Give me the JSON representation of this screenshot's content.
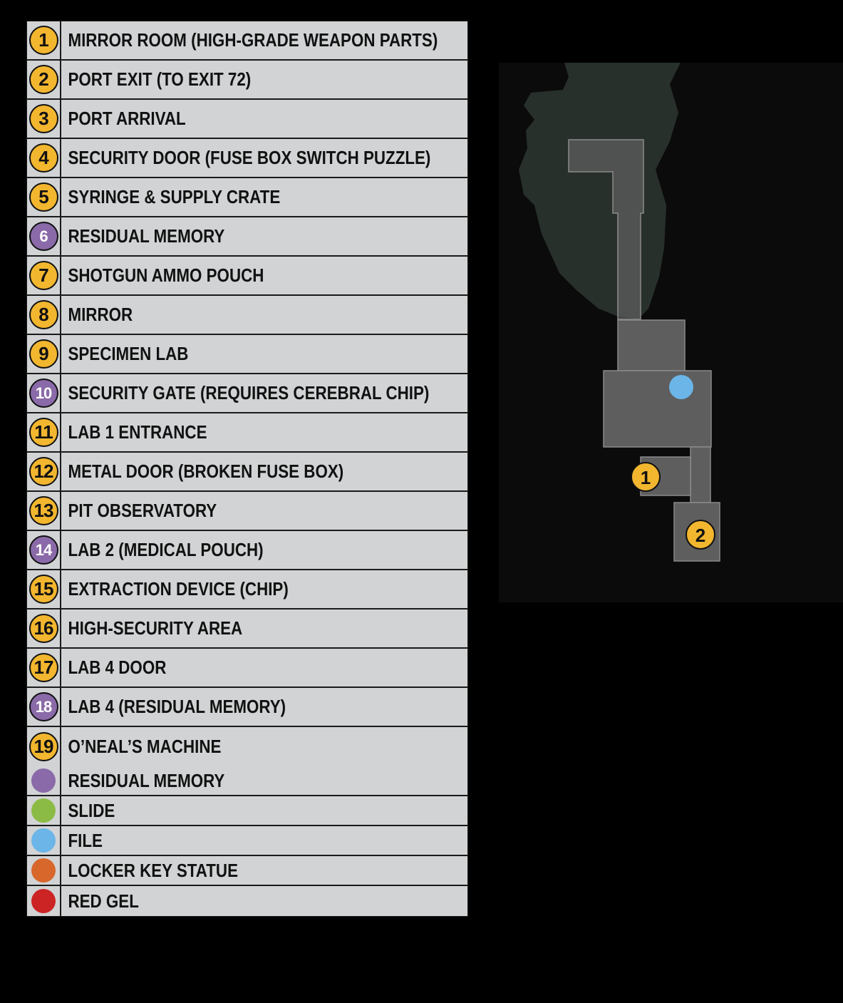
{
  "legend": {
    "numbered": [
      {
        "num": "1",
        "label": "MIRROR ROOM (HIGH-GRADE WEAPON PARTS)",
        "color": "yellow"
      },
      {
        "num": "2",
        "label": "PORT EXIT (TO EXIT 72)",
        "color": "yellow"
      },
      {
        "num": "3",
        "label": "PORT ARRIVAL",
        "color": "yellow"
      },
      {
        "num": "4",
        "label": "SECURITY DOOR (FUSE BOX SWITCH PUZZLE)",
        "color": "yellow"
      },
      {
        "num": "5",
        "label": "SYRINGE & SUPPLY CRATE",
        "color": "yellow"
      },
      {
        "num": "6",
        "label": "RESIDUAL MEMORY",
        "color": "purple"
      },
      {
        "num": "7",
        "label": "SHOTGUN AMMO POUCH",
        "color": "yellow"
      },
      {
        "num": "8",
        "label": "MIRROR",
        "color": "yellow"
      },
      {
        "num": "9",
        "label": "SPECIMEN LAB",
        "color": "yellow"
      },
      {
        "num": "10",
        "label": "SECURITY GATE (REQUIRES CEREBRAL CHIP)",
        "color": "purple"
      },
      {
        "num": "11",
        "label": "LAB 1 ENTRANCE",
        "color": "yellow"
      },
      {
        "num": "12",
        "label": "METAL DOOR (BROKEN FUSE BOX)",
        "color": "yellow"
      },
      {
        "num": "13",
        "label": "PIT OBSERVATORY",
        "color": "yellow"
      },
      {
        "num": "14",
        "label": "LAB 2 (MEDICAL POUCH)",
        "color": "purple"
      },
      {
        "num": "15",
        "label": "EXTRACTION DEVICE (CHIP)",
        "color": "yellow"
      },
      {
        "num": "16",
        "label": "HIGH-SECURITY AREA",
        "color": "yellow"
      },
      {
        "num": "17",
        "label": "LAB 4 DOOR",
        "color": "yellow"
      },
      {
        "num": "18",
        "label": "LAB 4 (RESIDUAL MEMORY)",
        "color": "purple"
      },
      {
        "num": "19",
        "label": "O’NEAL’S MACHINE",
        "color": "yellow"
      }
    ],
    "key": [
      {
        "label": "RESIDUAL MEMORY",
        "color": "#8a6aa8",
        "icon": "purple-dot"
      },
      {
        "label": "SLIDE",
        "color": "#8cbb45",
        "icon": "green-dot"
      },
      {
        "label": "FILE",
        "color": "#6bb5e8",
        "icon": "blue-dot"
      },
      {
        "label": "LOCKER KEY STATUE",
        "color": "#d8672c",
        "icon": "orange-dot"
      },
      {
        "label": "RED GEL",
        "color": "#cc2424",
        "icon": "red-dot"
      }
    ]
  },
  "map": {
    "markers": [
      {
        "num": "1",
        "color": "yellow"
      },
      {
        "num": "2",
        "color": "yellow"
      }
    ],
    "file_marker_color": "#6bb5e8",
    "terrain_color": "#2a332e",
    "room_color": "#5e5e5e"
  }
}
